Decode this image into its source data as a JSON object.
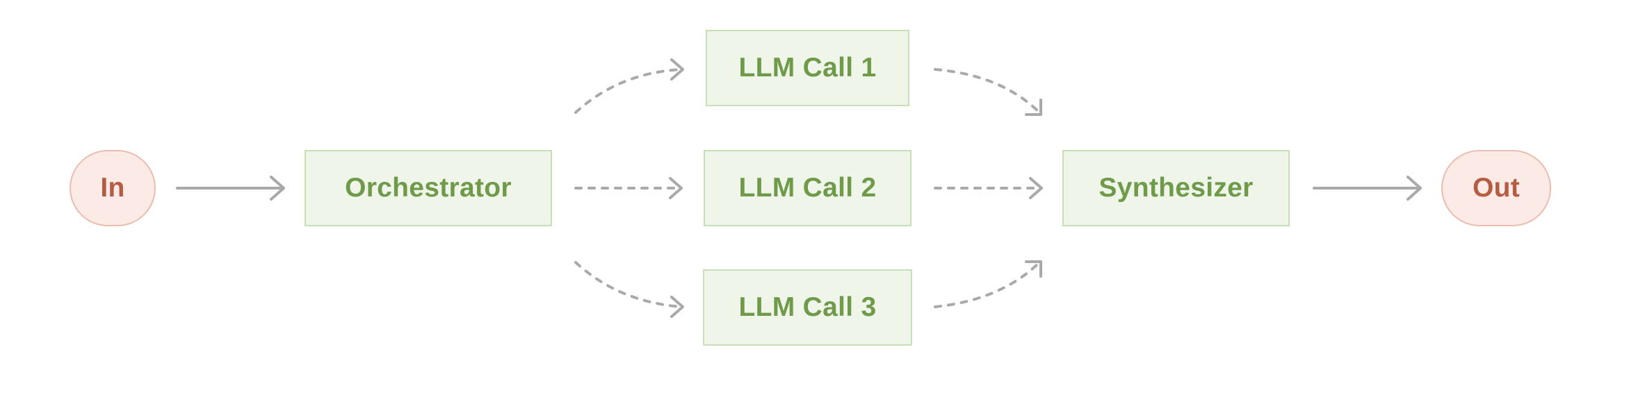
{
  "nodes": {
    "input": "In",
    "orchestrator": "Orchestrator",
    "llm_calls": [
      "LLM Call 1",
      "LLM Call 2",
      "LLM Call 3"
    ],
    "synthesizer": "Synthesizer",
    "output": "Out"
  },
  "colors": {
    "llm_fill": "#f0f5ea",
    "llm_border": "#c8deb8",
    "llm_text": "#6e9a4a",
    "terminal_fill": "#fbeae6",
    "terminal_border": "#ebbcaf",
    "terminal_text": "#b55d42",
    "arrow": "#a9a9a9"
  }
}
